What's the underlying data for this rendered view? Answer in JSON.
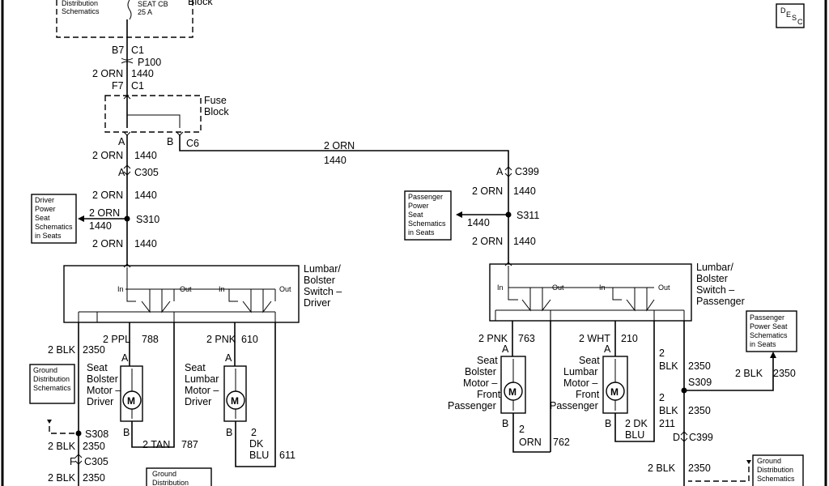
{
  "top": {
    "power_box": [
      "Distribution",
      "Schematics"
    ],
    "seat_cb": [
      "SEAT CB",
      "25 A"
    ],
    "block_word": "Block",
    "desc_icon": [
      "D",
      "E",
      "S",
      "C"
    ],
    "b7": "B7",
    "c1_a": "C1",
    "p100": "P100",
    "w1_gauge": "2 ORN",
    "w1_circuit": "1440",
    "f7": "F7",
    "c1_b": "C1"
  },
  "fuse_block": {
    "label": [
      "Fuse",
      "Block"
    ],
    "pin_a": "A",
    "pin_b": "B",
    "c6": "C6"
  },
  "driver": {
    "w2_gauge": "2 ORN",
    "w2_circuit": "1440",
    "pin_a": "A",
    "c305": "C305",
    "w3_gauge": "2 ORN",
    "w3_circuit": "1440",
    "ref_box": [
      "Driver",
      "Power",
      "Seat",
      "Schematics",
      "in Seats"
    ],
    "branch_gauge": "2 ORN",
    "branch_circuit": "1440",
    "s310": "S310",
    "w4_gauge": "2 ORN",
    "w4_circuit": "1440",
    "switch_label": [
      "Lumbar/",
      "Bolster",
      "Switch –",
      "Driver"
    ],
    "in1": "In",
    "out1": "Out",
    "in2": "In",
    "out2": "Out",
    "blk_gauge": "2 BLK",
    "blk_circuit": "2350",
    "ppl_gauge": "2 PPL",
    "ppl_circuit": "788",
    "pnk_gauge": "2 PNK",
    "pnk_circuit": "610",
    "bolster_motor": [
      "Seat",
      "Bolster",
      "Motor –",
      "Driver"
    ],
    "lumbar_motor": [
      "Seat",
      "Lumbar",
      "Motor –",
      "Driver"
    ],
    "ground_box": [
      "Ground",
      "Distribution",
      "Schematics"
    ],
    "motor_a1": "A",
    "motor_b1": "B",
    "motor_a2": "A",
    "motor_b2": "B",
    "tan_gauge": "2 TAN",
    "tan_circuit": "787",
    "dkblu_gauge": [
      "2",
      "DK",
      "BLU"
    ],
    "dkblu_circuit": "611",
    "s308": "S308",
    "blk2_gauge": "2 BLK",
    "blk2_circuit": "2350",
    "f_pin": "F",
    "c305_b": "C305",
    "blk3_gauge": "2 BLK",
    "blk3_circuit": "2350",
    "ground_box2": [
      "Ground",
      "Distribution"
    ]
  },
  "cross": {
    "gauge": "2 ORN",
    "circuit": "1440"
  },
  "passenger": {
    "pin_a": "A",
    "c399": "C399",
    "w1_gauge": "2 ORN",
    "w1_circuit": "1440",
    "ref_box": [
      "Passenger",
      "Power",
      "Seat",
      "Schematics",
      "in Seats"
    ],
    "branch_circuit": "1440",
    "s311": "S311",
    "w2_gauge": "2 ORN",
    "w2_circuit": "1440",
    "switch_label": [
      "Lumbar/",
      "Bolster",
      "Switch –",
      "Passenger"
    ],
    "in1": "In",
    "out1": "Out",
    "in2": "In",
    "out2": "Out",
    "pnk_gauge": "2 PNK",
    "pnk_circuit": "763",
    "wht_gauge": "2 WHT",
    "wht_circuit": "210",
    "bolster_motor": [
      "Seat",
      "Bolster",
      "Motor –",
      "Front",
      "Passenger"
    ],
    "lumbar_motor": [
      "Seat",
      "Lumbar",
      "Motor –",
      "Front",
      "Passenger"
    ],
    "motor_a1": "A",
    "motor_b1": "B",
    "motor_a2": "A",
    "motor_b2": "B",
    "orn_gauge": [
      "2",
      "ORN"
    ],
    "orn_circuit": "762",
    "dkblu_gauge": [
      "2 DK",
      "BLU"
    ],
    "dkblu_circuit": "211",
    "blk_gauge": [
      "2",
      "BLK"
    ],
    "blk_circuit": "2350",
    "ref_box2": [
      "Passenger",
      "Power Seat",
      "Schematics",
      "in Seats"
    ],
    "s309": "S309",
    "side_gauge": "2 BLK",
    "side_circuit": "2350",
    "blk2_gauge": [
      "2",
      "BLK"
    ],
    "blk2_circuit": "2350",
    "d_pin": "D",
    "c399_b": "C399",
    "blk3_gauge": "2 BLK",
    "blk3_circuit": "2350",
    "ground_box": [
      "Ground",
      "Distribution",
      "Schematics"
    ]
  },
  "motor_symbol": "M"
}
